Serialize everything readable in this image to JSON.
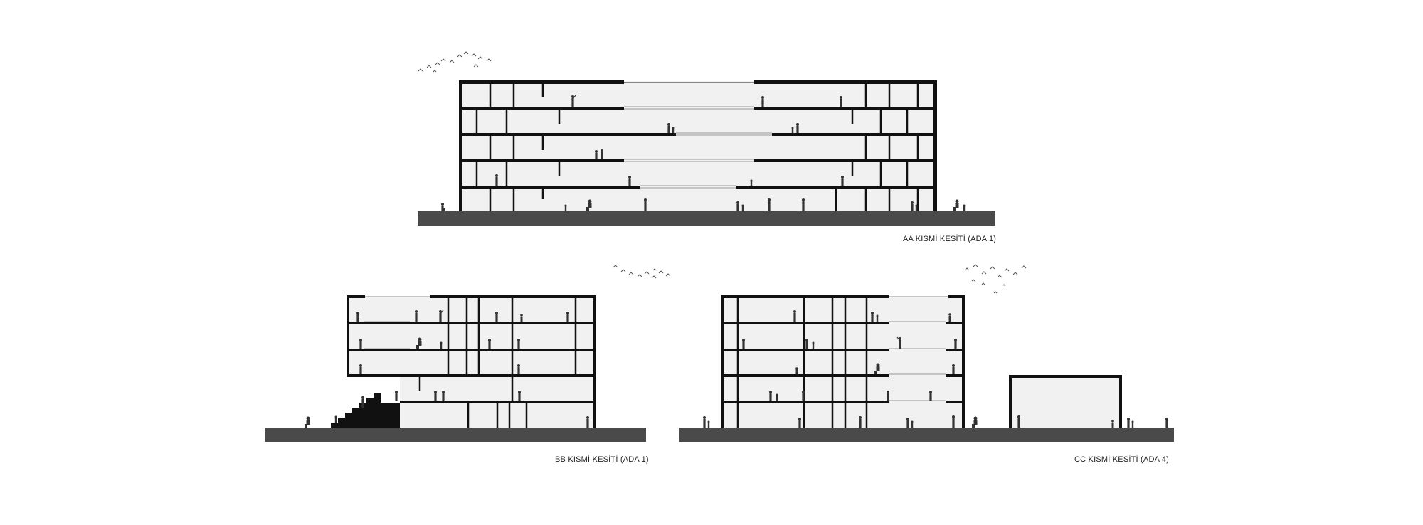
{
  "sections": [
    {
      "id": "aa",
      "caption": "AA KISMİ KESİTİ (ADA 1)"
    },
    {
      "id": "bb",
      "caption": "BB KISMİ KESİTİ (ADA 1)"
    },
    {
      "id": "cc",
      "caption": "CC KISMİ KESİTİ (ADA 4)"
    }
  ],
  "colors": {
    "ground": "#4a4a4a",
    "slab": "#111111",
    "room_fill": "#f1f1f1",
    "figure": "#333333",
    "background": "#ffffff"
  }
}
